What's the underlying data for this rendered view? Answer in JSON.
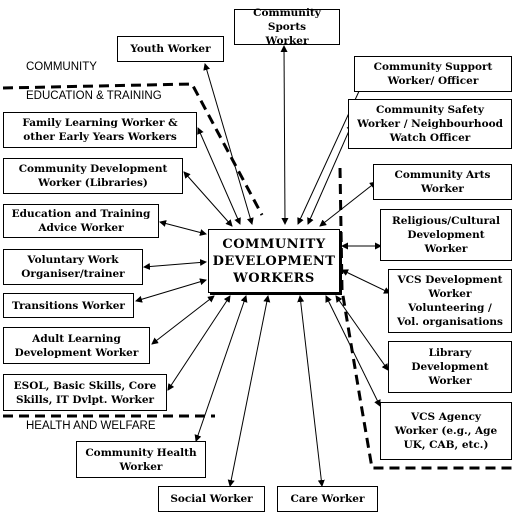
{
  "regions": {
    "community": "COMMUNITY",
    "education_training": "EDUCATION & TRAINING",
    "health_welfare": "HEALTH AND WELFARE"
  },
  "center": "COMMUNITY\nDEVELOPMENT\nWORKERS",
  "roles": {
    "youth": "Youth Worker",
    "sports": "Community Sports\nWorker",
    "support": "Community Support\nWorker/ Officer",
    "safety": "Community Safety\nWorker / Neighbourhood\nWatch Officer",
    "arts": "Community Arts\nWorker",
    "religious": "Religious/Cultural\nDevelopment\nWorker",
    "vcs_dev": "VCS Development\nWorker\nVolunteering /\nVol. organisations",
    "library_dev": "Library\nDevelopment\nWorker",
    "vcs_agency": "VCS Agency\nWorker (e.g., Age\nUK, CAB, etc.)",
    "family": "Family Learning Worker &\nother Early Years Workers",
    "cd_libraries": "Community Development\nWorker (Libraries)",
    "edu_advice": "Education and Training\nAdvice Worker",
    "voluntary": "Voluntary Work\nOrganiser/trainer",
    "transitions": "Transitions Worker",
    "adult": "Adult Learning\nDevelopment Worker",
    "esol": "ESOL, Basic Skills, Core\nSkills, IT Dvlpt. Worker",
    "health": "Community Health\nWorker",
    "social": "Social Worker",
    "care": "Care Worker"
  }
}
